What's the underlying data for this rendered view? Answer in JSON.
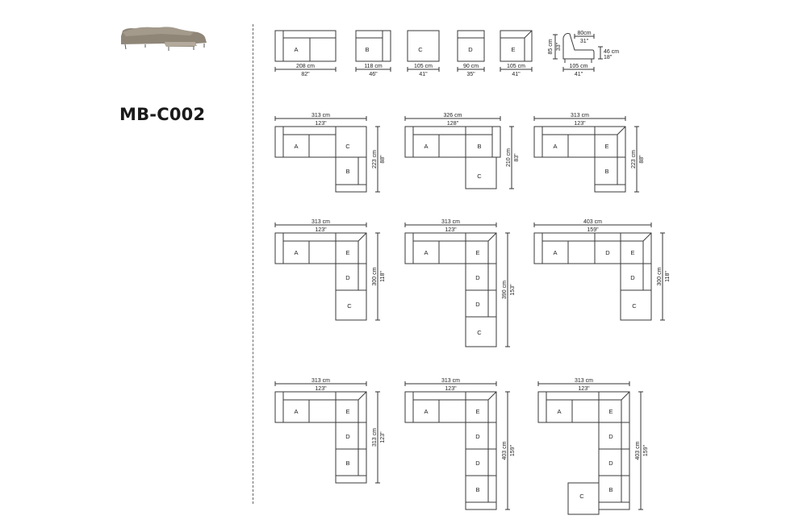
{
  "product": {
    "model": "MB-C002",
    "photo_alt": "sectional-sofa-photo"
  },
  "colors": {
    "line": "#3a3a3a",
    "text": "#222222",
    "sofa": "#8f8678"
  },
  "modules": [
    {
      "id": "A",
      "label": "A",
      "width_cm": "208 cm",
      "width_in": "82\""
    },
    {
      "id": "B",
      "label": "B",
      "width_cm": "118 cm",
      "width_in": "46\""
    },
    {
      "id": "C",
      "label": "C",
      "width_cm": "105 cm",
      "width_in": "41\""
    },
    {
      "id": "D",
      "label": "D",
      "width_cm": "90 cm",
      "width_in": "35\""
    },
    {
      "id": "E",
      "label": "E",
      "width_cm": "105 cm",
      "width_in": "41\""
    }
  ],
  "side_view": {
    "seat_depth_cm": "80cm",
    "seat_depth_in": "31\"",
    "height_cm": "85 cm",
    "height_in": "33\"",
    "seat_height_cm": "46 cm",
    "seat_height_in": "18\"",
    "depth_cm": "105 cm",
    "depth_in": "41\""
  },
  "configurations": [
    {
      "id": "cfg1",
      "labels": [
        "A",
        "C",
        "B"
      ],
      "width_cm": "313 cm",
      "width_in": "123\"",
      "depth_cm": "223 cm",
      "depth_in": "88\""
    },
    {
      "id": "cfg2",
      "labels": [
        "A",
        "B",
        "C"
      ],
      "width_cm": "326 cm",
      "width_in": "128\"",
      "depth_cm": "210 cm",
      "depth_in": "83\""
    },
    {
      "id": "cfg3",
      "labels": [
        "A",
        "E",
        "B"
      ],
      "width_cm": "313 cm",
      "width_in": "123\"",
      "depth_cm": "223 cm",
      "depth_in": "88\""
    },
    {
      "id": "cfg4",
      "labels": [
        "A",
        "E",
        "D",
        "C"
      ],
      "width_cm": "313 cm",
      "width_in": "123\"",
      "depth_cm": "300 cm",
      "depth_in": "118\""
    },
    {
      "id": "cfg5",
      "labels": [
        "A",
        "E",
        "D",
        "D",
        "C"
      ],
      "width_cm": "313 cm",
      "width_in": "123\"",
      "depth_cm": "390 cm",
      "depth_in": "153\""
    },
    {
      "id": "cfg6",
      "labels": [
        "A",
        "D",
        "E",
        "D",
        "C"
      ],
      "width_cm": "403 cm",
      "width_in": "159\"",
      "depth_cm": "300 cm",
      "depth_in": "118\""
    },
    {
      "id": "cfg7",
      "labels": [
        "A",
        "E",
        "D",
        "B"
      ],
      "width_cm": "313 cm",
      "width_in": "123\"",
      "depth_cm": "313 cm",
      "depth_in": "123\""
    },
    {
      "id": "cfg8",
      "labels": [
        "A",
        "E",
        "D",
        "D",
        "B"
      ],
      "width_cm": "313 cm",
      "width_in": "123\"",
      "depth_cm": "403 cm",
      "depth_in": "159\""
    },
    {
      "id": "cfg9",
      "labels": [
        "A",
        "E",
        "D",
        "D",
        "B",
        "C"
      ],
      "width_cm": "313 cm",
      "width_in": "123\"",
      "depth_cm": "403 cm",
      "depth_in": "159\""
    }
  ]
}
